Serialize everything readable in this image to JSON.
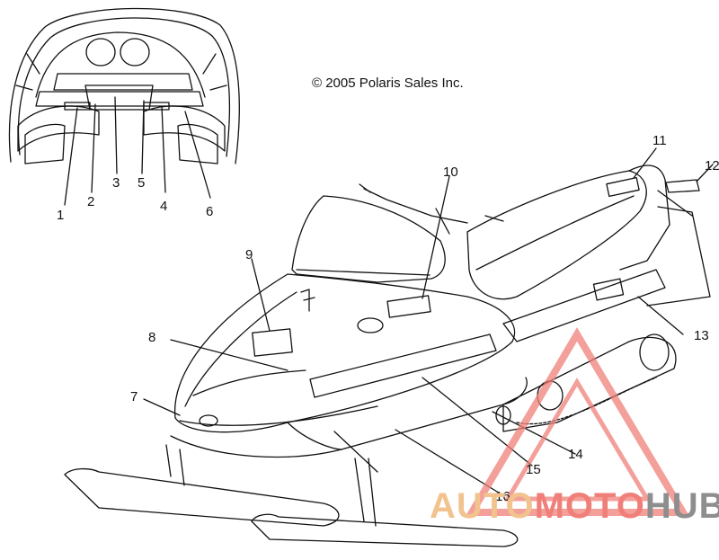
{
  "copyright": "© 2005 Polaris Sales Inc.",
  "callouts": [
    "1",
    "2",
    "3",
    "4",
    "5",
    "6",
    "7",
    "8",
    "9",
    "10",
    "11",
    "12",
    "13",
    "14",
    "15",
    "16"
  ],
  "watermark": {
    "part1": "AUTO",
    "part2": "MOTO",
    "part3": "HUB"
  },
  "colors": {
    "line": "#111111",
    "watermark_red": "#f07f79",
    "watermark_amber": "#f2c38e",
    "watermark_gray": "#8e8e8e"
  }
}
